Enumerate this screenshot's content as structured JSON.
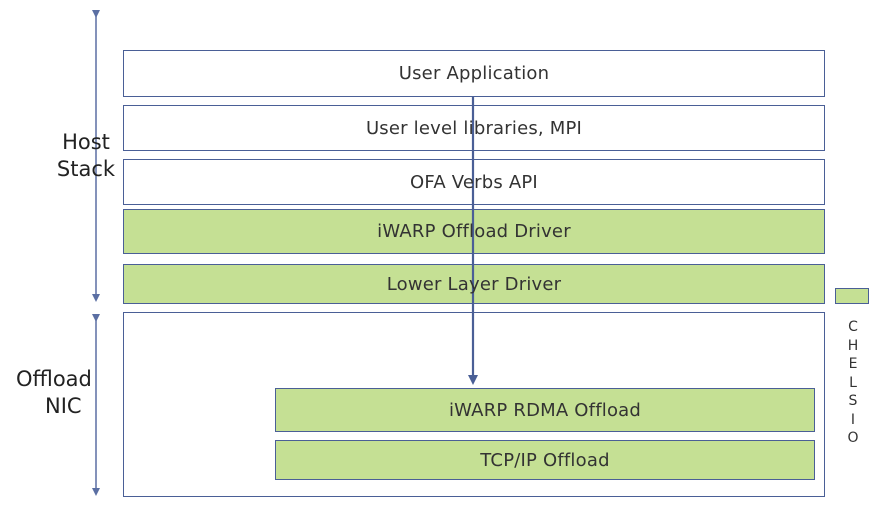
{
  "side_labels": {
    "host": [
      "Host",
      "Stack"
    ],
    "nic": [
      "Offload",
      "NIC"
    ]
  },
  "layers": {
    "user_application": "User Application",
    "user_libraries": "User level libraries,  MPI",
    "ofa_verbs": "OFA Verbs API",
    "iwarp_driver": "iWARP Offload Driver",
    "lower_layer_driver": "Lower Layer Driver",
    "iwarp_rdma_offload": "iWARP RDMA Offload",
    "tcpip_offload": "TCP/IP Offload"
  },
  "vendor_letters": [
    "C",
    "H",
    "E",
    "L",
    "S",
    "I",
    "O"
  ],
  "colors": {
    "offload_fill": "#c5e094",
    "border": "#4a5f96",
    "arrow": "#4a5f96"
  }
}
